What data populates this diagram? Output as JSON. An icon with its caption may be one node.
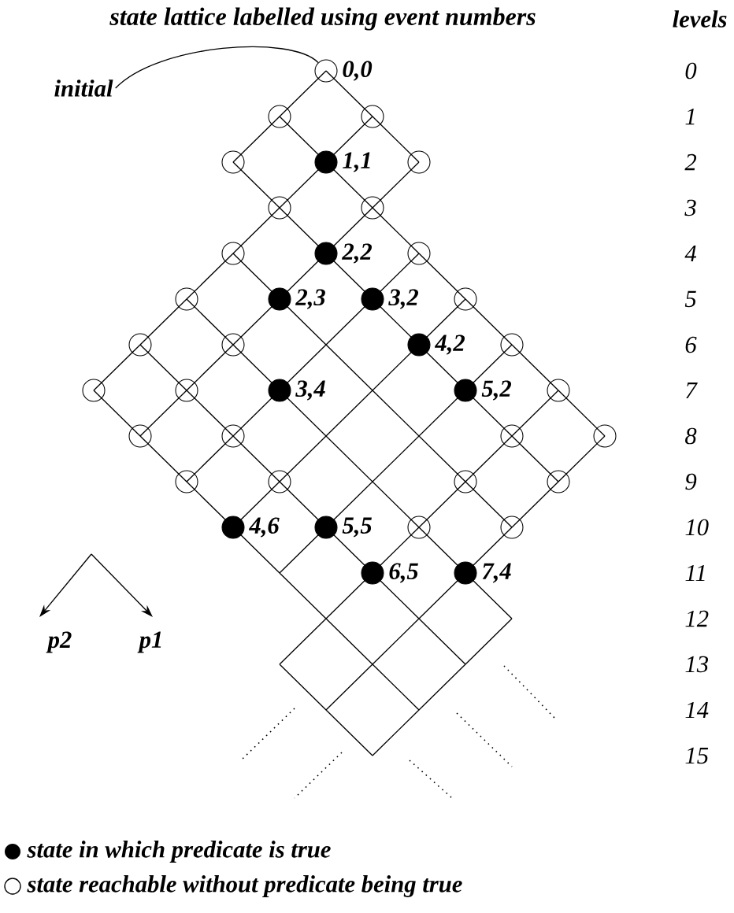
{
  "diagram": {
    "title": "state lattice labelled using event numbers",
    "nodes": [
      {
        "text": [
          "initial"
        ]
      },
      {
        "text": [],
        "shape": "circle",
        "beside": [
          "0,0"
        ]
      },
      {
        "text": [],
        "shape": "circle"
      },
      {
        "text": [],
        "shape": "circle"
      },
      {
        "text": [],
        "shape": "circle"
      },
      {
        "text": [],
        "shape": "dot",
        "beside": [
          "1,1"
        ]
      },
      {
        "text": [],
        "shape": "circle"
      },
      {
        "text": [],
        "shape": "circle"
      },
      {
        "text": [],
        "shape": "circle"
      },
      {
        "text": [],
        "shape": "circle"
      },
      {
        "text": [],
        "shape": "dot",
        "beside": [
          "2,2"
        ]
      },
      {
        "text": [],
        "shape": "circle"
      },
      {
        "text": [],
        "shape": "circle"
      },
      {
        "text": [],
        "shape": "dot",
        "beside": [
          "2,3"
        ]
      },
      {
        "text": [],
        "shape": "dot",
        "beside": [
          "3,2"
        ]
      },
      {
        "text": [],
        "shape": "circle"
      },
      {
        "text": [],
        "shape": "circle"
      },
      {
        "text": [],
        "shape": "circle"
      },
      {
        "text": [],
        "shape": "dot",
        "beside": [
          "4,2"
        ]
      },
      {
        "text": [],
        "shape": "circle"
      },
      {
        "text": [],
        "shape": "circle"
      },
      {
        "text": [],
        "shape": "circle"
      },
      {
        "text": [],
        "shape": "dot",
        "beside": [
          "3,4"
        ]
      },
      {
        "text": [],
        "shape": "dot",
        "beside": [
          "5,2"
        ]
      },
      {
        "text": [],
        "shape": "circle"
      },
      {
        "text": [],
        "shape": "circle"
      },
      {
        "text": [],
        "shape": "circle"
      },
      {
        "text": [],
        "shape": "circle"
      },
      {
        "text": [],
        "shape": "circle"
      },
      {
        "text": [],
        "shape": "circle"
      },
      {
        "text": [],
        "shape": "circle"
      },
      {
        "text": [],
        "shape": "circle"
      },
      {
        "text": [],
        "shape": "circle"
      },
      {
        "text": [],
        "shape": "dot",
        "beside": [
          "4,6"
        ]
      },
      {
        "text": [],
        "shape": "dot",
        "beside": [
          "5,5"
        ]
      },
      {
        "text": [],
        "shape": "circle"
      },
      {
        "text": [],
        "shape": "circle"
      },
      {
        "text": [],
        "shape": "dot",
        "beside": [
          "6,5"
        ]
      },
      {
        "text": [],
        "shape": "dot",
        "beside": [
          "7,4"
        ]
      }
    ],
    "edges": [
      {
        "from": 0,
        "to": 1,
        "arrow": "none"
      },
      {
        "from": 1,
        "to": 3,
        "arrow": "none"
      },
      {
        "from": 1,
        "to": 2,
        "arrow": "none"
      },
      {
        "from": 2,
        "to": 5,
        "arrow": "none"
      },
      {
        "from": 2,
        "to": 4,
        "arrow": "none"
      },
      {
        "from": 3,
        "to": 6,
        "arrow": "none"
      },
      {
        "from": 3,
        "to": 5,
        "arrow": "none"
      },
      {
        "from": 4,
        "to": 7,
        "arrow": "none"
      },
      {
        "from": 5,
        "to": 8,
        "arrow": "none"
      },
      {
        "from": 5,
        "to": 7,
        "arrow": "none"
      },
      {
        "from": 6,
        "to": 8,
        "arrow": "none"
      },
      {
        "from": 7,
        "to": 10,
        "arrow": "none"
      },
      {
        "from": 7,
        "to": 9,
        "arrow": "none"
      },
      {
        "from": 8,
        "to": 11,
        "arrow": "none"
      },
      {
        "from": 8,
        "to": 10,
        "arrow": "none"
      },
      {
        "from": 9,
        "to": 13,
        "arrow": "none"
      },
      {
        "from": 9,
        "to": 12,
        "arrow": "none"
      },
      {
        "from": 10,
        "to": 14,
        "arrow": "none"
      },
      {
        "from": 10,
        "to": 13,
        "arrow": "none"
      },
      {
        "from": 11,
        "to": 15,
        "arrow": "none"
      },
      {
        "from": 11,
        "to": 14,
        "arrow": "none"
      },
      {
        "from": 12,
        "to": 17,
        "arrow": "none"
      },
      {
        "from": 12,
        "to": 16,
        "arrow": "none"
      },
      {
        "from": 13,
        "to": 31,
        "arrow": "none"
      },
      {
        "from": 13,
        "to": 17,
        "arrow": "none"
      },
      {
        "from": 14,
        "to": 18,
        "arrow": "none"
      },
      {
        "from": 14,
        "to": 22,
        "arrow": "none"
      },
      {
        "from": 15,
        "to": 19,
        "arrow": "none"
      },
      {
        "from": 15,
        "to": 18,
        "arrow": "none"
      },
      {
        "from": 16,
        "to": 21,
        "arrow": "none"
      },
      {
        "from": 16,
        "to": 20,
        "arrow": "none"
      },
      {
        "from": 17,
        "to": 22,
        "arrow": "none"
      },
      {
        "from": 17,
        "to": 21,
        "arrow": "none"
      },
      {
        "from": 18,
        "to": 23,
        "arrow": "none"
      },
      {
        "from": 18,
        "to": 30,
        "arrow": "none"
      },
      {
        "from": 19,
        "to": 24,
        "arrow": "none"
      },
      {
        "from": 19,
        "to": 23,
        "arrow": "none"
      },
      {
        "from": 20,
        "to": 25,
        "arrow": "none"
      },
      {
        "from": 21,
        "to": 26,
        "arrow": "none"
      },
      {
        "from": 21,
        "to": 25,
        "arrow": "none"
      },
      {
        "from": 22,
        "to": 35,
        "arrow": "none"
      },
      {
        "from": 22,
        "to": 26,
        "arrow": "none"
      },
      {
        "from": 23,
        "to": 27,
        "arrow": "none"
      },
      {
        "from": 23,
        "to": 34,
        "arrow": "none"
      },
      {
        "from": 24,
        "to": 28,
        "arrow": "none"
      },
      {
        "from": 24,
        "to": 27,
        "arrow": "none"
      },
      {
        "from": 25,
        "to": 29,
        "arrow": "none"
      },
      {
        "from": 26,
        "to": 30,
        "arrow": "none"
      },
      {
        "from": 26,
        "to": 29,
        "arrow": "none"
      },
      {
        "from": 27,
        "to": 32,
        "arrow": "none"
      },
      {
        "from": 27,
        "to": 31,
        "arrow": "none"
      },
      {
        "from": 28,
        "to": 32,
        "arrow": "none"
      },
      {
        "from": 29,
        "to": 33,
        "arrow": "none"
      },
      {
        "from": 30,
        "to": 34,
        "arrow": "none"
      },
      {
        "from": 30,
        "to": 33,
        "arrow": "none"
      },
      {
        "from": 31,
        "to": 36,
        "arrow": "none"
      },
      {
        "from": 31,
        "to": 35,
        "arrow": "none"
      },
      {
        "from": 32,
        "to": 36,
        "arrow": "none"
      },
      {
        "from": 34,
        "to": 37,
        "arrow": "none"
      },
      {
        "from": 35,
        "to": 38,
        "arrow": "none"
      },
      {
        "from": 35,
        "to": 37,
        "arrow": "none"
      },
      {
        "from": 36,
        "to": 38,
        "arrow": "none"
      }
    ],
    "labels": [
      "levels",
      "0",
      "1",
      "2",
      "3",
      "4",
      "5",
      "6",
      "7",
      "8",
      "9",
      "10",
      "11",
      "12",
      "13",
      "14",
      "15",
      "p2",
      "p1"
    ],
    "legend": [
      {
        "text": "state in which predicate is true"
      },
      {
        "text": "state reachable without predicate being true"
      }
    ]
  }
}
